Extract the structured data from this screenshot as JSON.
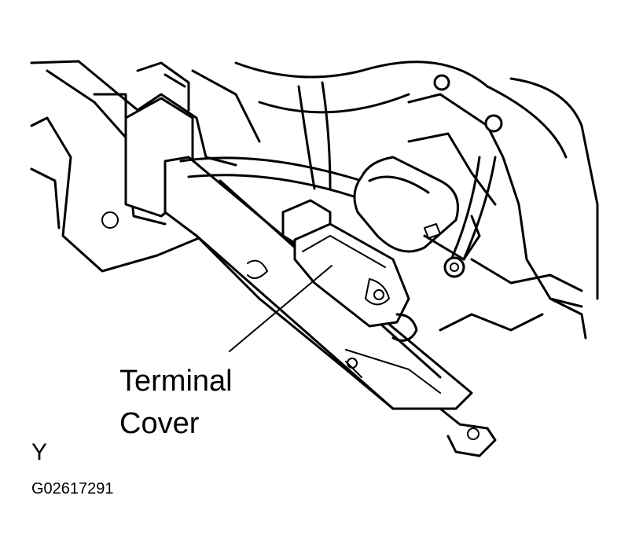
{
  "callout": {
    "line1": "Terminal",
    "line2": "Cover"
  },
  "view_letter": "Y",
  "figure_code": "G02617291",
  "colors": {
    "ink": "#000000",
    "paper": "#ffffff"
  }
}
